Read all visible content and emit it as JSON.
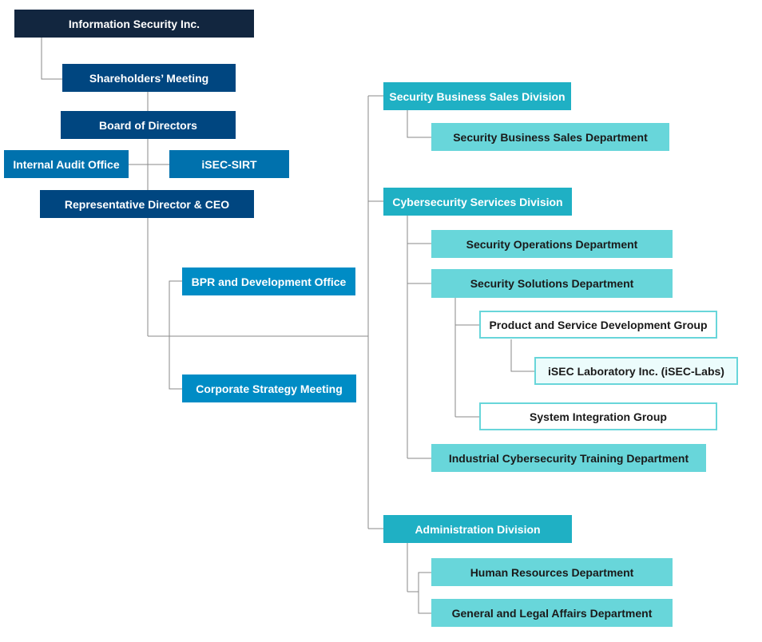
{
  "org_chart": {
    "company": "Information Security Inc.",
    "shareholders_meeting": "Shareholders’ Meeting",
    "board_of_directors": "Board of Directors",
    "internal_audit_office": "Internal Audit Office",
    "isec_sirt": "iSEC-SIRT",
    "ceo": "Representative Director & CEO",
    "bpr_office": "BPR and Development Office",
    "corporate_strategy_meeting": "Corporate Strategy Meeting",
    "sales_division": {
      "name": "Security Business Sales Division",
      "departments": [
        "Security Business Sales Department"
      ]
    },
    "cybersecurity_division": {
      "name": "Cybersecurity Services Division",
      "operations_department": "Security Operations Department",
      "solutions_department": "Security Solutions Department",
      "product_group": "Product and Service Development Group",
      "isec_laboratory": "iSEC Laboratory Inc. (iSEC-Labs)",
      "system_integration_group": "System Integration Group",
      "training_department": "Industrial Cybersecurity Training Department"
    },
    "administration_division": {
      "name": "Administration Division",
      "departments": [
        "Human Resources Department",
        "General and Legal Affairs Department"
      ]
    }
  },
  "colors": {
    "company": "#12263f",
    "governance": "#004680",
    "staff_office": "#0071ad",
    "ceo_office": "#008cc5",
    "division": "#1fb0c4",
    "department": "#68d6da",
    "group_border": "#68d6da",
    "subsidiary_fill": "#ecfcfc",
    "connector": "#8a8a8a"
  }
}
